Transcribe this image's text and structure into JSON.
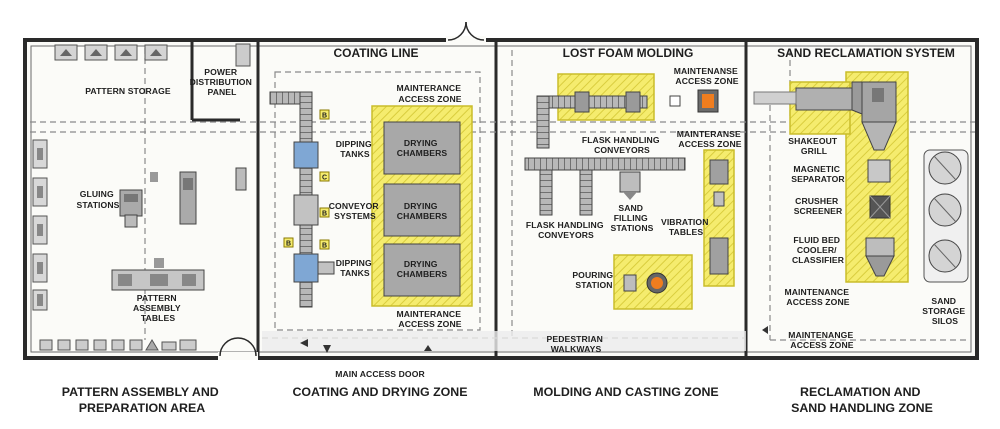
{
  "colors": {
    "wall": "#2a2a2a",
    "floor": "#fbfbf8",
    "yellow": "#f5ec6e",
    "yellow_border": "#c9bd2a",
    "equipment": "#9c9c9c",
    "equipment_light": "#d6d6d6",
    "dipping_tank": "#7fa7d4",
    "furnace": "#ef7d1f",
    "dashed": "#888888"
  },
  "sections": {
    "coating_line": "COATING LINE",
    "lost_foam_molding": "LOST FOAM MOLDING",
    "sand_reclamation_system": "SAND RECLAMATION SYSTEM"
  },
  "labels": {
    "pattern_storage": "PATTERN STORAGE",
    "power_distribution": [
      "POWER",
      "DISTRIBUTION",
      "PANEL"
    ],
    "gluing_stations": [
      "GLUING",
      "STATIONS"
    ],
    "pattern_assembly_tables": [
      "PATTERN",
      "ASSEMBLY",
      "TABLES"
    ],
    "maintenance_access_zone_coating": [
      "MAINTERANCE",
      "ACCESS ZONE"
    ],
    "dipping_tanks_1": [
      "DIPPING",
      "TANKS"
    ],
    "conveyor_systems": [
      "CONVEYOR",
      "SYSTEMS"
    ],
    "dipping_tanks_2": [
      "DIPPING",
      "TANKS"
    ],
    "drying_chambers": [
      "DRYING",
      "CHAMBERS"
    ],
    "drying_chambers_2": [
      "DRYING",
      "CHAMBERS"
    ],
    "drying_chambers_3": [
      "DRYING",
      "CHAMBERS"
    ],
    "maintenance_access_zone_coating_bottom": [
      "MAINTERANCE",
      "ACCESS ZONE"
    ],
    "main_access_door": "MAIN ACCESS DOOR",
    "maintenance_access_zone_molding": [
      "MAINTENANSE",
      "ACCESS ZONE"
    ],
    "flask_handling_conveyors_top": [
      "FLASK HANDLING",
      "CONVEYORS"
    ],
    "maintenance_access_zone_molding_2": [
      "MAINTERANSE",
      "ACCESS ZONE"
    ],
    "flask_handling_conveyors_bottom": [
      "FLASK HANDLING",
      "CONVEYORS"
    ],
    "sand_filling_stations": [
      "SAND",
      "FILLING",
      "STATIONS"
    ],
    "vibration_tables": [
      "VIBRATION",
      "TABLES"
    ],
    "pouring_station": [
      "POURING",
      "STATION"
    ],
    "pedestrian_walkways": [
      "PEDESTRIAN",
      "WALKWAYS"
    ],
    "shakeout_grill": [
      "SHAKEOUT",
      "GRILL"
    ],
    "magnetic_separator": [
      "MAGNETIC",
      "SEPARATOR"
    ],
    "crusher_screener": [
      "CRUSHER",
      "SCREENER"
    ],
    "fluid_bed_cooler_classifier": [
      "FLUID BED",
      "COOLER/",
      "CLASSIFIER"
    ],
    "maintenance_access_zone_recl": [
      "MAINTENANCE",
      "ACCESS ZONE"
    ],
    "maintenance_access_zone_recl_bottom": [
      "MAINTENANGE",
      "ACCESS ZONE"
    ],
    "sand_storage_silos": [
      "SAND",
      "STORAGE",
      "SILOS"
    ]
  },
  "zones": {
    "pattern_assembly": [
      "PATTERN ASSEMBLY AND",
      "PREPARATION AREA"
    ],
    "coating_drying": [
      "COATING AND DRYING ZONE"
    ],
    "molding_casting": [
      "MOLDING AND CASTING ZONE"
    ],
    "reclamation": [
      "RECLAMATION AND",
      "SAND HANDLING ZONE"
    ]
  },
  "markers": {
    "conveyor_tag": "B",
    "conveyor_tag_alt": "C"
  }
}
